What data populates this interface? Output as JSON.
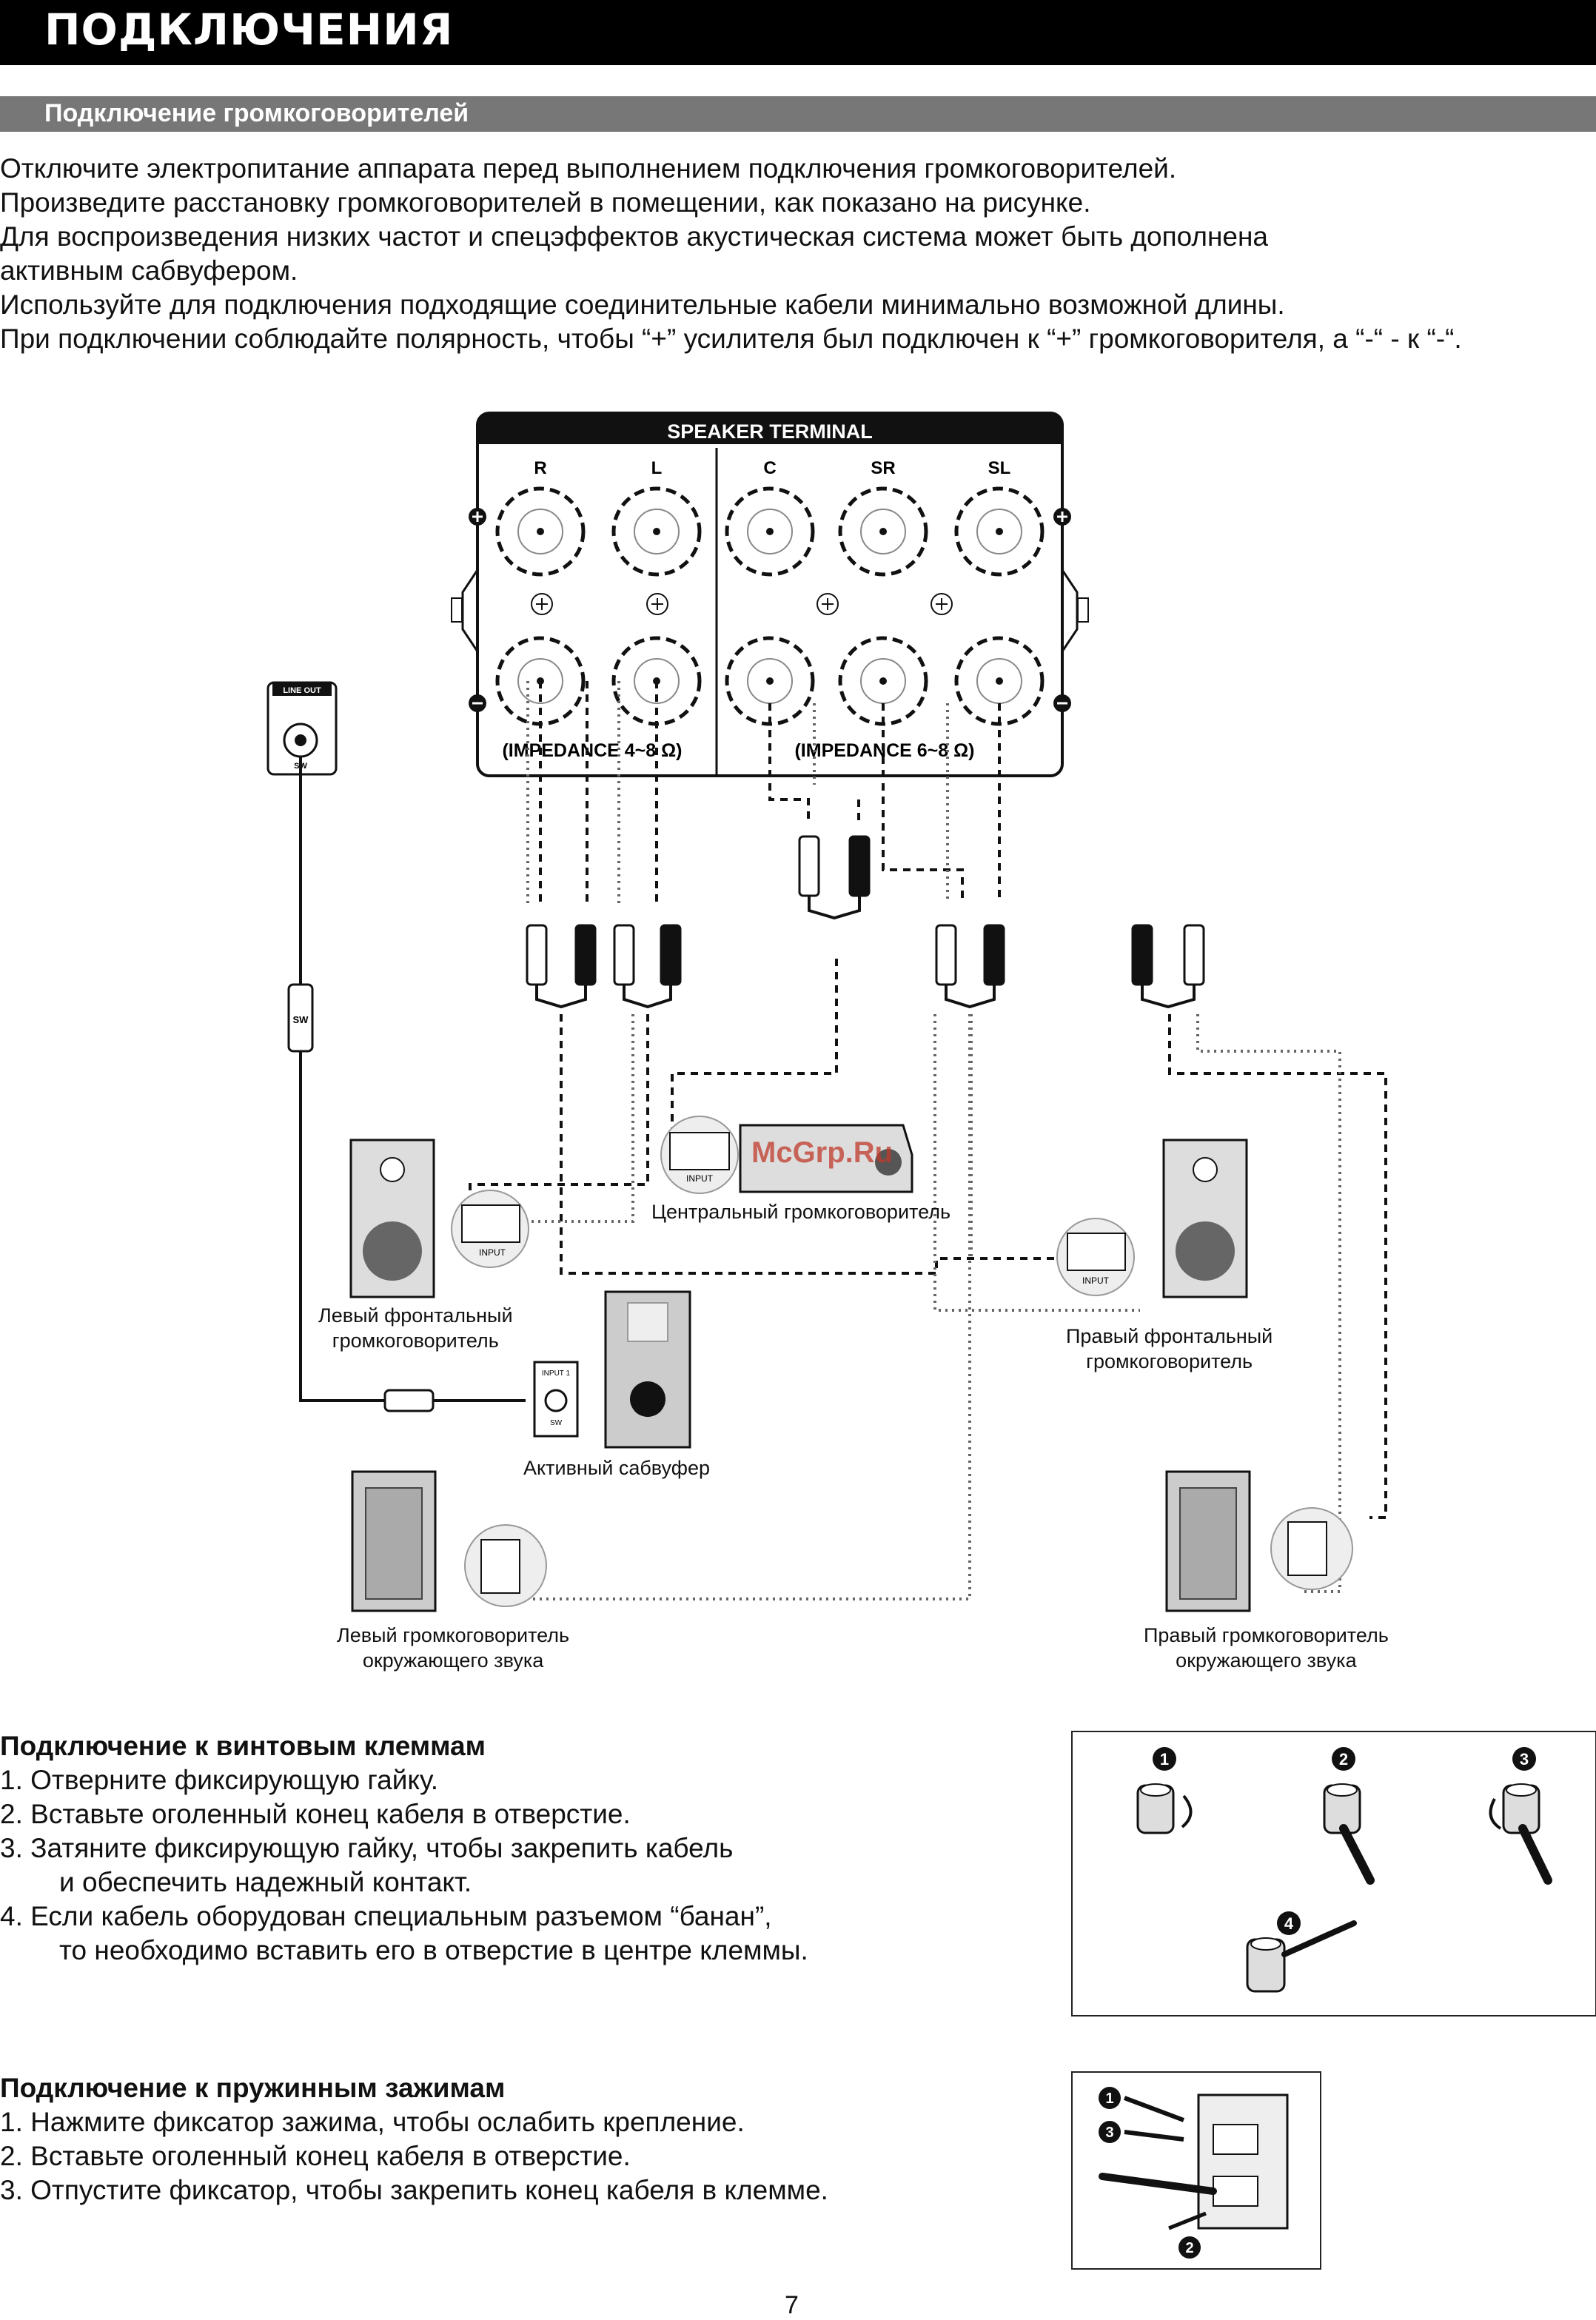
{
  "header": {
    "title": "ПОДКЛЮЧЕНИЯ",
    "section": "Подключение громкоговорителей"
  },
  "intro": [
    "Отключите электропитание аппарата перед выполнением подключения громкоговорителей.",
    "Произведите расстановку громкоговорителей в помещении, как показано на рисунке.",
    "Для воспроизведения низких частот и спецэффектов акустическая система может быть дополнена",
    "активным сабвуфером.",
    "Используйте для подключения подходящие соединительные кабели минимально возможной длины.",
    "При подключении соблюдайте полярность, чтобы “+” усилителя был подключен к “+” громкоговорителя, а “-“ - к “-“."
  ],
  "diagram": {
    "terminal_title": "SPEAKER TERMINAL",
    "channels": [
      "R",
      "L",
      "C",
      "SR",
      "SL"
    ],
    "impedance_left": "(IMPEDANCE 4~8 Ω)",
    "impedance_right": "(IMPEDANCE 6~8 Ω)",
    "line_out": "LINE OUT",
    "sw": "SW",
    "input": "INPUT",
    "input1": "INPUT 1",
    "minus": "−",
    "plus": "+",
    "captions": {
      "center": "Центральный громкоговоритель",
      "front_left_1": "Левый фронтальный",
      "front_left_2": "громкоговоритель",
      "front_right_1": "Правый фронтальный",
      "front_right_2": "громкоговоритель",
      "subwoofer": "Активный сабвуфер",
      "surround_left_1": "Левый громкоговоритель",
      "surround_left_2": "окружающего звука",
      "surround_right_1": "Правый громкоговоритель",
      "surround_right_2": "окружающего звука"
    }
  },
  "watermark": "McGrp.Ru",
  "screw": {
    "title": "Подключение к винтовым клеммам",
    "steps": [
      "1. Отверните фиксирующую гайку.",
      "2. Вставьте оголенный конец кабеля в отверстие.",
      "3. Затяните фиксирующую гайку, чтобы закрепить кабель",
      "и обеспечить надежный контакт.",
      "4. Если кабель оборудован специальным разъемом “банан”,",
      "то необходимо вставить его в отверстие в центре клеммы."
    ],
    "markers": [
      "1",
      "2",
      "3",
      "4"
    ]
  },
  "spring": {
    "title": "Подключение к пружинным зажимам",
    "steps": [
      "1. Нажмите фиксатор зажима, чтобы ослабить крепление.",
      "2. Вставьте оголенный конец кабеля в отверстие.",
      "3. Отпустите фиксатор, чтобы закрепить конец кабеля в клемме."
    ],
    "markers": [
      "1",
      "3",
      "2"
    ]
  },
  "page_number": "7"
}
